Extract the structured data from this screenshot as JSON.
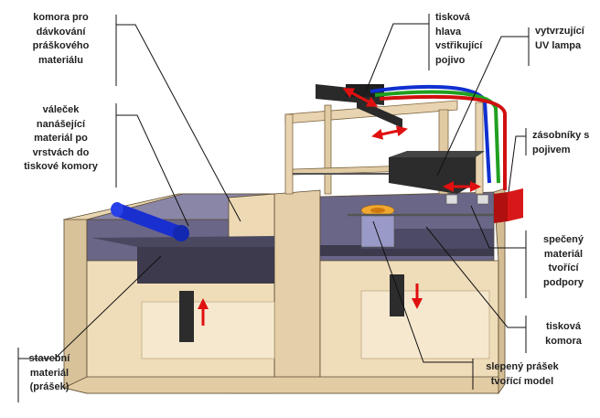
{
  "labels": {
    "powder_chamber": "komora pro\ndávkování\npráškového\nmateriálu",
    "roller": "váleček\nnanášející\nmateriál po\nvrstvách do\ntiskové komory",
    "build_material": "stavební\nmateriál\n(prášek)",
    "print_head": "tisková\nhlava\nvstřikující\npojivo",
    "uv_lamp": "vytvrzující\nUV lampa",
    "binder_tanks": "zásobníky s\npojivem",
    "sintered_support": "spečený\nmateriál\ntvořící\npodpory",
    "print_chamber": "tisková\nkomora",
    "glued_powder": "slepený prášek\ntvořící model"
  },
  "colors": {
    "frame": "#e8d4b0",
    "powder": "#5a5878",
    "roller": "#1a2fd0",
    "arrow": "#e01010",
    "tank": "#d81818",
    "hose_red": "#d01010",
    "hose_green": "#20a020",
    "hose_blue": "#1030d0"
  }
}
